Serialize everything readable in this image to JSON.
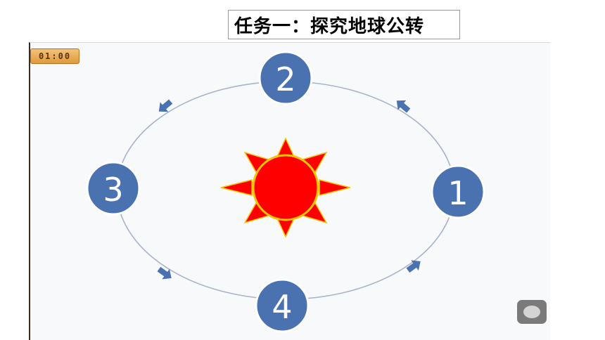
{
  "title": "任务一：探究地球公转",
  "video": {
    "timer": "01:00"
  },
  "diagram": {
    "positions": [
      {
        "label": "1"
      },
      {
        "label": "2"
      },
      {
        "label": "3"
      },
      {
        "label": "4"
      }
    ],
    "colors": {
      "node_fill": "#4a72b0",
      "node_stroke": "#ffffff",
      "orbit": "#a6b4cc",
      "arrow": "#4a72b0",
      "sun_core": "#ff0000",
      "sun_rays": "#ff0000",
      "sun_outline": "#f5c400"
    },
    "icons": [
      "sun-icon",
      "orbit-direction-arrow-icon"
    ]
  },
  "controls": {
    "record_button_icon": "record-icon"
  }
}
